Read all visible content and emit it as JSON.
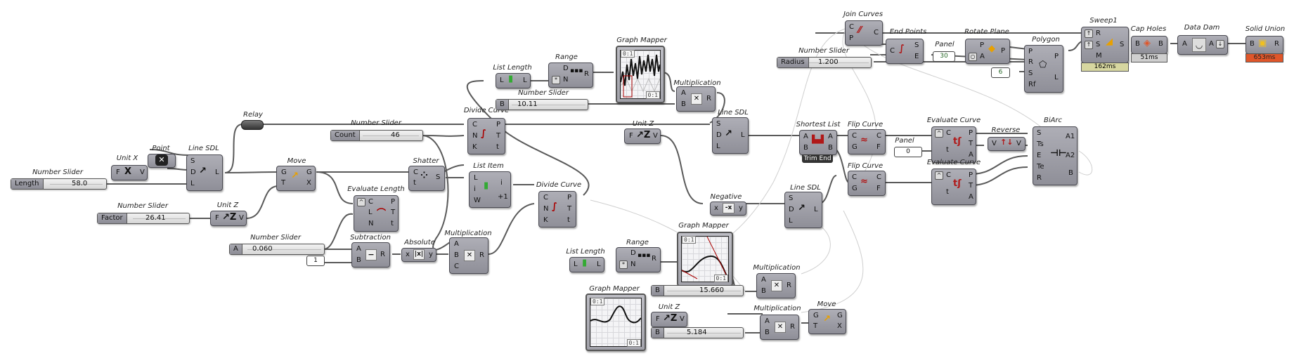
{
  "app": "Grasshopper canvas",
  "colors": {
    "wire": "#5a5a5a",
    "wire_light": "#c8c8c8",
    "node_fill": "#9c9ca4",
    "timer_yellow": "#d7d7a0",
    "timer_grey": "#cfcfcf",
    "timer_red": "#e0562a",
    "accent_red": "#b01818"
  },
  "nodes": {
    "slider_length": {
      "title": "Number Slider",
      "label": "Length",
      "value": "58.0"
    },
    "unit_x": {
      "title": "Unit X",
      "in": [
        "F"
      ],
      "out": [
        "V"
      ]
    },
    "point": {
      "title": "Point"
    },
    "line_sdl_1": {
      "title": "Line SDL",
      "in": [
        "S",
        "D",
        "L"
      ],
      "out": [
        "L"
      ]
    },
    "relay": {
      "title": "Relay"
    },
    "slider_factor": {
      "title": "Number Slider",
      "label": "Factor",
      "value": "26.41"
    },
    "unit_z_1": {
      "title": "Unit Z",
      "in": [
        "F"
      ],
      "out": [
        "V"
      ]
    },
    "move_1": {
      "title": "Move",
      "in": [
        "G",
        "T"
      ],
      "out": [
        "G",
        "X"
      ]
    },
    "slider_count": {
      "title": "Number Slider",
      "label": "Count",
      "value": "46"
    },
    "evaluate_length": {
      "title": "Evaluate Length",
      "in": [
        "C",
        "L",
        "N"
      ],
      "out": [
        "P",
        "T",
        "t"
      ]
    },
    "shatter": {
      "title": "Shatter",
      "in": [
        "C",
        "t"
      ],
      "out": [
        "S"
      ]
    },
    "slider_a": {
      "title": "Number Slider",
      "label": "A",
      "value": "0.060"
    },
    "panel_1": {
      "value": "1"
    },
    "subtraction": {
      "title": "Subtraction",
      "in": [
        "A",
        "B"
      ],
      "out": [
        "R"
      ]
    },
    "absolute": {
      "title": "Absolute",
      "in": [
        "x"
      ],
      "out": [
        "y"
      ]
    },
    "multiplication_1": {
      "title": "Multiplication",
      "in": [
        "A",
        "B",
        "C"
      ],
      "out": [
        "R"
      ]
    },
    "divide_curve_1": {
      "title": "Divide Curve",
      "in": [
        "C",
        "N",
        "K"
      ],
      "out": [
        "P",
        "T",
        "t"
      ]
    },
    "list_item": {
      "title": "List Item",
      "in": [
        "L",
        "i",
        "W"
      ],
      "out": [
        "i",
        "+1"
      ]
    },
    "list_length_1": {
      "title": "List Length",
      "in": [
        "L"
      ],
      "out": [
        "L"
      ]
    },
    "range_1": {
      "title": "Range",
      "in": [
        "D",
        "N"
      ],
      "out": [
        "R"
      ]
    },
    "graph_mapper_1": {
      "title": "Graph Mapper",
      "tag_top": "0:1",
      "tag_bottom": "0:1"
    },
    "slider_b1": {
      "title": "Number Slider",
      "label": "B",
      "value": "10.11"
    },
    "multiplication_2": {
      "title": "Multiplication",
      "in": [
        "A",
        "B"
      ],
      "out": [
        "R"
      ]
    },
    "unit_z_2": {
      "title": "Unit Z",
      "in": [
        "F"
      ],
      "out": [
        "V"
      ]
    },
    "line_sdl_2": {
      "title": "Line SDL",
      "in": [
        "S",
        "D",
        "L"
      ],
      "out": [
        "L"
      ]
    },
    "divide_curve_2": {
      "title": "Divide Curve",
      "in": [
        "C",
        "N",
        "K"
      ],
      "out": [
        "P",
        "T",
        "t"
      ]
    },
    "list_length_2": {
      "title": "List Length",
      "in": [
        "L"
      ],
      "out": [
        "L"
      ]
    },
    "range_2": {
      "title": "Range",
      "in": [
        "D",
        "N"
      ],
      "out": [
        "R"
      ]
    },
    "graph_mapper_2": {
      "title": "Graph Mapper",
      "tag_top": "0:1",
      "tag_bottom": "0:1"
    },
    "slider_b2": {
      "title": "Number Slider",
      "label": "B",
      "value": "15.660"
    },
    "multiplication_3": {
      "title": "Multiplication",
      "in": [
        "A",
        "B"
      ],
      "out": [
        "R"
      ]
    },
    "graph_mapper_3": {
      "title": "Graph Mapper",
      "tag_top": "0:1",
      "tag_bottom": "0:1"
    },
    "unit_z_3": {
      "title": "Unit Z",
      "in": [
        "F"
      ],
      "out": [
        "V"
      ]
    },
    "slider_b3": {
      "title": "Number Slider",
      "label": "B",
      "value": "5.184"
    },
    "multiplication_4": {
      "title": "Multiplication",
      "in": [
        "A",
        "B"
      ],
      "out": [
        "R"
      ]
    },
    "move_2": {
      "title": "Move",
      "in": [
        "G",
        "T"
      ],
      "out": [
        "G",
        "X"
      ]
    },
    "negative": {
      "title": "Negative",
      "in": [
        "x"
      ],
      "out": [
        "y"
      ]
    },
    "line_sdl_3": {
      "title": "Line SDL",
      "in": [
        "S",
        "D",
        "L"
      ],
      "out": [
        "L"
      ]
    },
    "shortest_list": {
      "title": "Shortest List",
      "in": [
        "A",
        "B"
      ],
      "out": [
        "A",
        "B"
      ],
      "badge": "Trim End"
    },
    "flip_curve_1": {
      "title": "Flip Curve",
      "in": [
        "C",
        "G"
      ],
      "out": [
        "C",
        "F"
      ]
    },
    "flip_curve_2": {
      "title": "Flip Curve",
      "in": [
        "C",
        "G"
      ],
      "out": [
        "C",
        "F"
      ]
    },
    "panel_0": {
      "title": "Panel",
      "value": "0"
    },
    "evaluate_curve_1": {
      "title": "Evaluate Curve",
      "in": [
        "C",
        "t"
      ],
      "out": [
        "P",
        "T",
        "A"
      ]
    },
    "evaluate_curve_2": {
      "title": "Evaluate Curve",
      "in": [
        "C",
        "t"
      ],
      "out": [
        "P",
        "T",
        "A"
      ]
    },
    "reverse": {
      "title": "Reverse",
      "in": [
        "V"
      ],
      "out": [
        "V"
      ]
    },
    "biarc": {
      "title": "BiArc",
      "in": [
        "S",
        "Ts",
        "E",
        "Te",
        "R"
      ],
      "out": [
        "A1",
        "A2",
        "B"
      ]
    },
    "join_curves": {
      "title": "Join Curves",
      "in": [
        "C",
        "P"
      ],
      "out": [
        "C"
      ]
    },
    "slider_radius": {
      "title": "Number Slider",
      "label": "Radius",
      "value": "1.200"
    },
    "end_points": {
      "title": "End Points",
      "in": [
        "C"
      ],
      "out": [
        "S",
        "E"
      ]
    },
    "panel_30": {
      "title": "Panel",
      "value": "30"
    },
    "rotate_plane": {
      "title": "Rotate Plane",
      "in": [
        "P",
        "A"
      ],
      "out": [
        "P"
      ]
    },
    "panel_6": {
      "value": "6"
    },
    "polygon": {
      "title": "Polygon",
      "in": [
        "P",
        "R",
        "S",
        "Rf"
      ],
      "out": [
        "P",
        "L"
      ]
    },
    "sweep1": {
      "title": "Sweep1",
      "in": [
        "R",
        "S",
        "M"
      ],
      "out": [
        "S"
      ],
      "timer": "162ms"
    },
    "cap_holes": {
      "title": "Cap Holes",
      "in": [
        "B"
      ],
      "out": [
        "B"
      ],
      "timer": "51ms"
    },
    "data_dam": {
      "title": "Data Dam",
      "in": [
        "A"
      ],
      "out": [
        "A"
      ]
    },
    "solid_union": {
      "title": "Solid Union",
      "in": [
        "B"
      ],
      "out": [
        "R"
      ],
      "timer": "653ms"
    }
  }
}
